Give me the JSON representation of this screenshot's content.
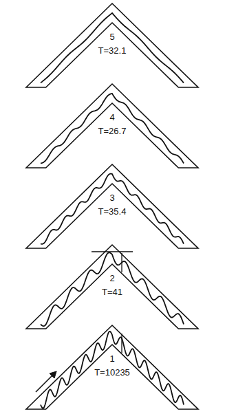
{
  "diagram": {
    "labels": [
      "5",
      "T=32.1",
      "4",
      "T=26.7",
      "3",
      "T=35.4",
      "2",
      "T=41",
      "1",
      "T=10235"
    ]
  }
}
